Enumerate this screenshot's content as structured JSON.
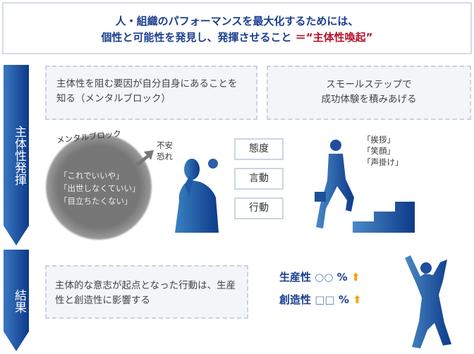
{
  "header": {
    "line1": "人・組織のパフォーマンスを最大化するためには、",
    "line2": "個性と可能性を発見し、発揮させること",
    "highlight": "＝“主体性喚起”"
  },
  "left_labels": {
    "section1": "主体性発揮",
    "section2": "結果"
  },
  "boxes": {
    "mental_block": "主体性を阻む要因が自分自身にあることを知る（メンタルブロック）",
    "small_step": "スモールステップで\n成功体験を積みあげる",
    "result": "主体的な意志が起点となった行動は、生産性と創造性に影響する"
  },
  "mental_block": {
    "label": "メンタルブロック",
    "quotes": [
      "「これでいいや」",
      "「出世しなくていい」",
      "「目立ちたくない」"
    ],
    "emotion": [
      "不安",
      "恐れ"
    ]
  },
  "behaviors": [
    "態度",
    "言動",
    "行動"
  ],
  "steps": [
    "「挨拶」",
    "「笑顔」",
    "「声掛け」"
  ],
  "metrics": [
    {
      "label": "生産性",
      "value": "○○",
      "unit": "%"
    },
    {
      "label": "創造性",
      "value": "□□",
      "unit": "%"
    }
  ],
  "colors": {
    "navy": "#1a3f8f",
    "red": "#b4122b",
    "orange": "#f6a000"
  }
}
